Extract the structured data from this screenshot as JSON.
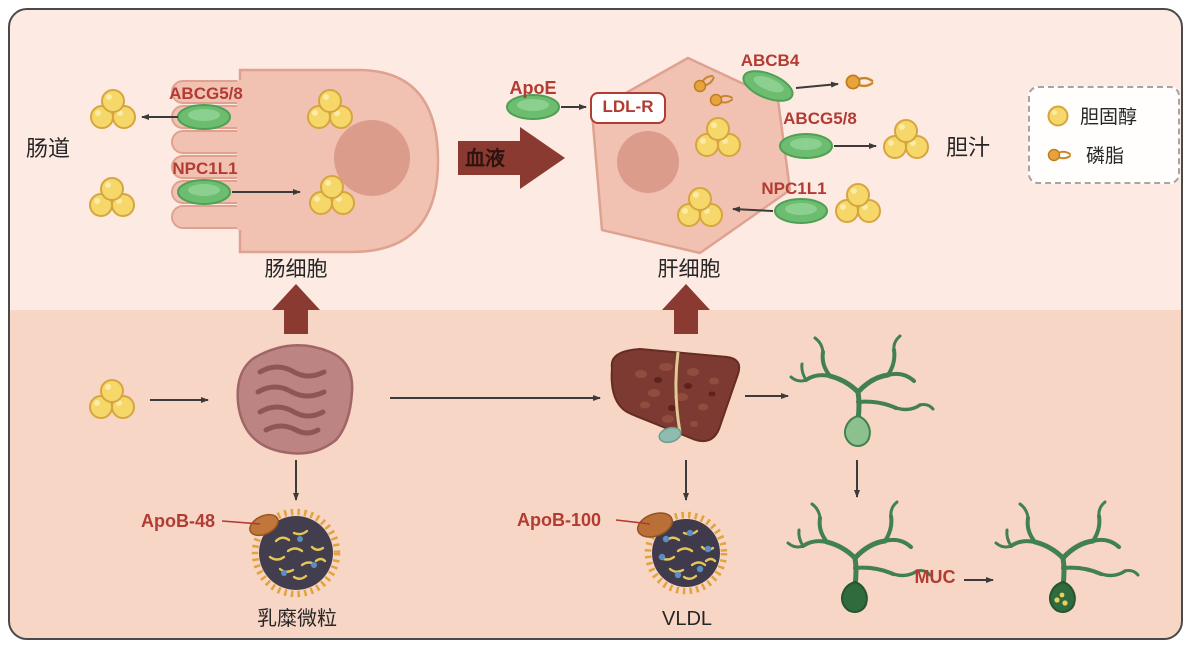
{
  "top": {
    "intestine_lumen_label": "肠道",
    "enterocyte": {
      "abcg58_label": "ABCG5/8",
      "npc1l1_label": "NPC1L1",
      "cell_label": "肠细胞"
    },
    "blood_label": "血液",
    "apoe_label": "ApoE",
    "ldlr_label": "LDL-R",
    "hepatocyte": {
      "abcb4_label": "ABCB4",
      "abcg58_label": "ABCG5/8",
      "npc1l1_label": "NPC1L1",
      "cell_label": "肝细胞"
    },
    "bile_label": "胆汁"
  },
  "legend": {
    "cholesterol_label": "胆固醇",
    "phospholipid_label": "磷脂"
  },
  "bottom": {
    "apob48_label": "ApoB-48",
    "chylomicron_label": "乳糜微粒",
    "apob100_label": "ApoB-100",
    "vldl_label": "VLDL",
    "muc_label": "MUC"
  },
  "colors": {
    "label_red": "#b23b33",
    "transporter_green": "#6dbd70",
    "cholesterol_yellow": "#f6d76a",
    "arrow_maroon": "#8a3a31",
    "panel_top": "#fdeae2",
    "panel_bottom": "#f8d6c5"
  }
}
